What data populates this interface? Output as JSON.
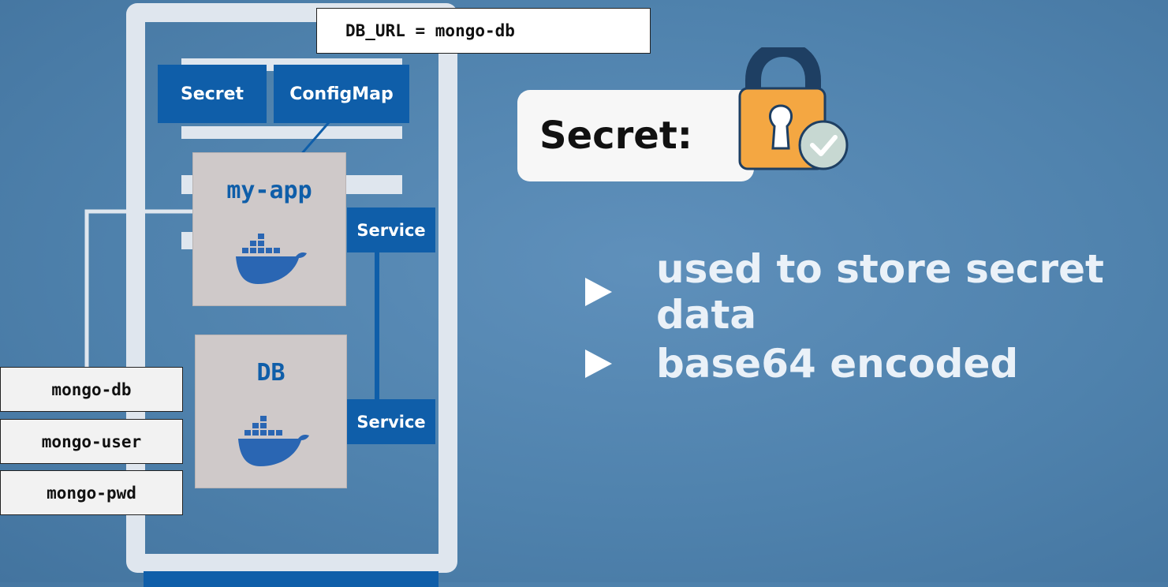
{
  "config_line": "DB_URL = mongo-db",
  "components": {
    "secret": "Secret",
    "configmap": "ConfigMap",
    "my_app": "my-app",
    "db": "DB",
    "service_top": "Service",
    "service_bottom": "Service"
  },
  "secret_values": [
    "mongo-db",
    "mongo-user",
    "mongo-pwd"
  ],
  "heading": "Secret:",
  "bullets": [
    "used to store secret data",
    "base64 encoded"
  ],
  "colors": {
    "k8s_blue": "#0f5ea9",
    "background": "#5083ae",
    "lock_body": "#f4a742",
    "lock_shackle": "#1e3f63",
    "check_badge": "#c7d8d2"
  },
  "icons": [
    "docker-whale-icon",
    "padlock-icon",
    "checkmark-icon",
    "bullet-arrow-icon"
  ]
}
